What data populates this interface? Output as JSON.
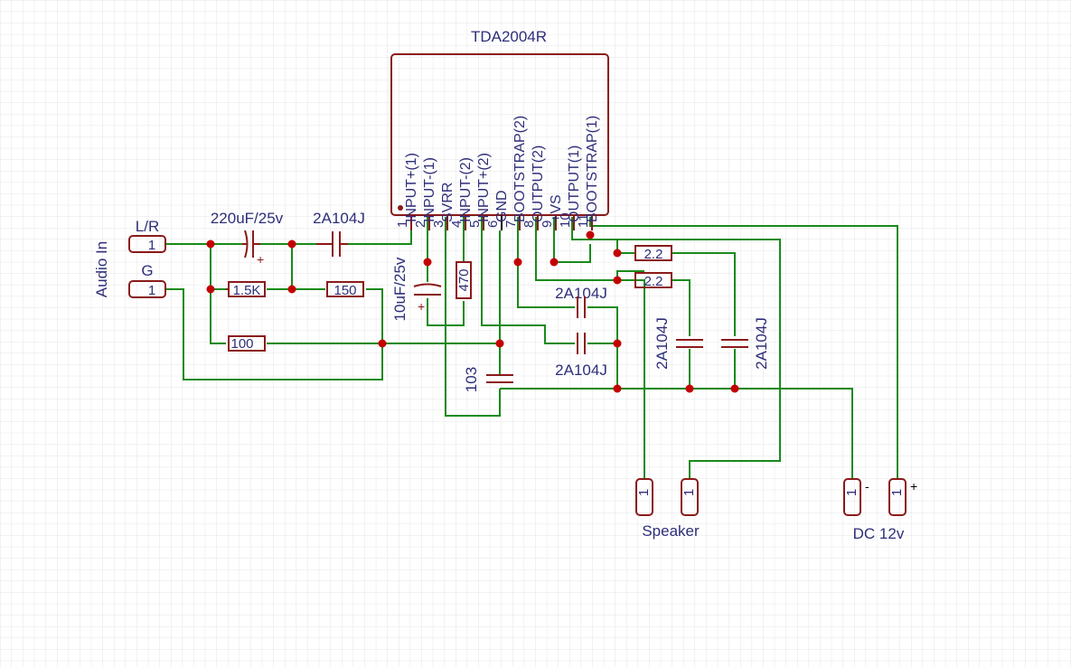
{
  "ic": {
    "name": "TDA2004R",
    "pins": [
      {
        "num": "1",
        "label": "INPUT+(1)"
      },
      {
        "num": "2",
        "label": "INPUT-(1)"
      },
      {
        "num": "3",
        "label": "SVRR"
      },
      {
        "num": "4",
        "label": "INPUT-(2)"
      },
      {
        "num": "5",
        "label": "INPUT+(2)"
      },
      {
        "num": "6",
        "label": "GND"
      },
      {
        "num": "7",
        "label": "BOOTSTRAP(2)"
      },
      {
        "num": "8",
        "label": "OUTPUT(2)"
      },
      {
        "num": "9",
        "label": "+VS"
      },
      {
        "num": "10",
        "label": "OUTPUT(1)"
      },
      {
        "num": "11",
        "label": "BOOTSTRAP(1)"
      }
    ]
  },
  "input_connector": {
    "title": "Audio In",
    "lr_label": "L/R",
    "g_label": "G",
    "pin": "1"
  },
  "components": {
    "c_in": "220uF/25v",
    "c_series": "2A104J",
    "r_15k": "1.5K",
    "r_150": "150",
    "r_100": "100",
    "c_svrr": "10uF/25v",
    "r_470": "470",
    "c_103": "103",
    "c_boot2": "2A104J",
    "c_out2": "2A104J",
    "r_22a": "2.2",
    "r_22b": "2.2",
    "c_zobel_a": "2A104J",
    "c_zobel_b": "2A104J"
  },
  "speaker": {
    "label": "Speaker",
    "pin1": "1",
    "pin2": "1"
  },
  "power": {
    "label": "DC 12v",
    "pin_neg": "1",
    "pin_pos": "1",
    "neg_sign": "-",
    "pos_sign": "+"
  }
}
